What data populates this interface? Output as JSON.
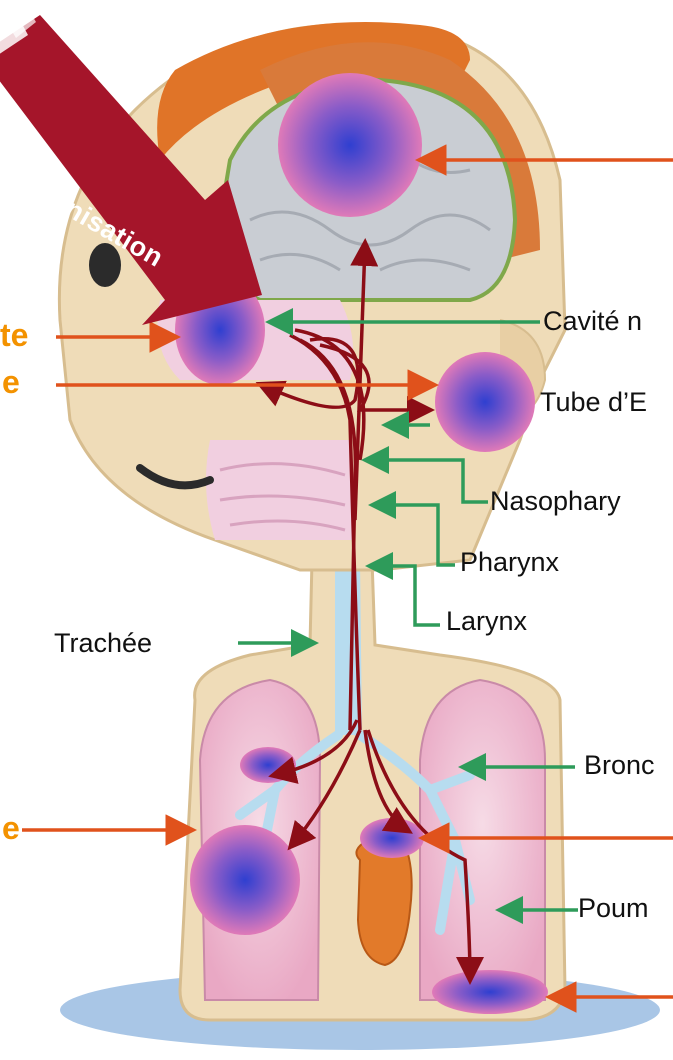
{
  "colonisation_label": "Colonisation",
  "anatomy_labels": {
    "cavite": "Cavité n",
    "tube": "Tube d’E",
    "nasopharynx": "Nasophary",
    "pharynx": "Pharynx",
    "larynx": "Larynx",
    "trachee": "Trachée",
    "bronches": "Bronc",
    "poumon": "Poum"
  },
  "cut_orange_labels": {
    "left_1": "te",
    "left_2": "e",
    "left_3": "e"
  },
  "colors": {
    "skin": "#efdcb8",
    "hair": "#e07428",
    "brain": "#c9cdd3",
    "lung": "#f2c6d8",
    "infection_center": "#3a4fd0",
    "infection_edge": "#e070b8",
    "path_arrow": "#8c0d16",
    "green_pointer": "#2e9b5a",
    "red_pointer": "#e0521c",
    "banner": "#a5152a",
    "orange_text": "#f39200"
  }
}
